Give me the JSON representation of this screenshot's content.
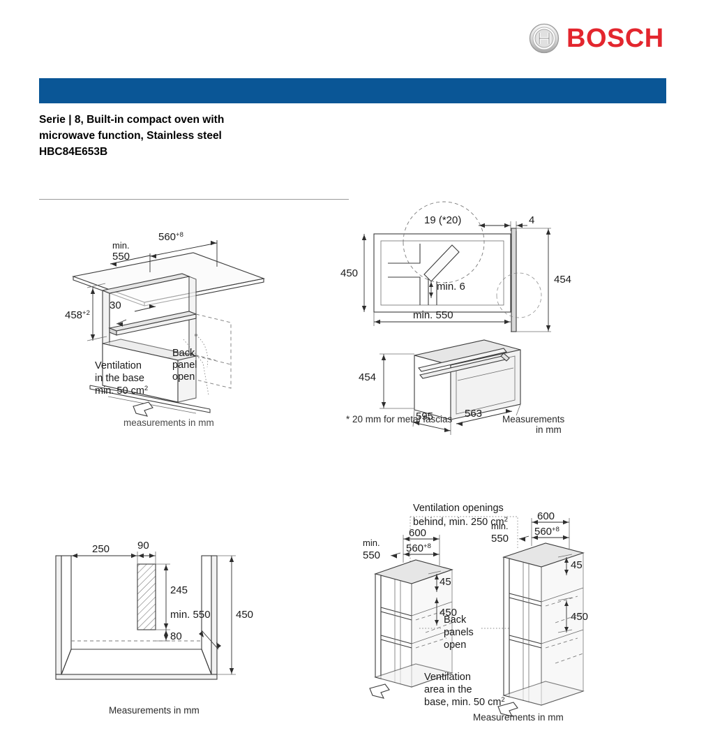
{
  "brand": {
    "name": "BOSCH",
    "logo_icon": "bosch-circle-anchor-icon",
    "color": "#e3262e"
  },
  "header": {
    "bar_color": "#0a5696",
    "title_line1": "Serie | 8, Built-in compact oven with",
    "title_line2": "microwave function, Stainless steel",
    "model": "HBC84E653B"
  },
  "figures": {
    "niche_iso": {
      "name": "installation niche isometric",
      "dimensions": {
        "width_top": "560",
        "width_top_sup": "+8",
        "depth_min_label": "min.",
        "depth_min_value": "550",
        "height": "458",
        "height_sup": "+2",
        "gap": "30"
      },
      "notes": {
        "ventilation_l1": "Ventilation",
        "ventilation_l2": "in the base",
        "ventilation_l3": "min. 50 cm",
        "ventilation_sup": "2",
        "back_panel_l1": "Back",
        "back_panel_l2": "panel",
        "back_panel_l3": "open"
      },
      "caption": "measurements in mm"
    },
    "door_plan": {
      "name": "door swing plan view and appliance isometric",
      "dimensions": {
        "fascia": "19 (*20)",
        "door_thickness": "4",
        "niche_height": "450",
        "appliance_height_plan": "454",
        "hinge_clearance": "min. 6",
        "niche_depth": "min. 550",
        "appliance_height": "454",
        "appliance_width": "595",
        "appliance_depth": "563"
      },
      "footnote": "* 20 mm for metal fascias",
      "caption_l1": "Measurements",
      "caption_l2": "in mm"
    },
    "cabinet_front": {
      "name": "cabinet front view with socket position",
      "dimensions": {
        "left_offset": "250",
        "socket_width": "90",
        "socket_height": "245",
        "depth_min": "min. 550",
        "base_clearance": "80",
        "cabinet_height": "450"
      },
      "caption": "Measurements in mm"
    },
    "tall_units": {
      "name": "tall housing unit variants isometric",
      "ventilation_note_l1": "Ventilation openings",
      "ventilation_note_l2": "behind, min. 250 cm",
      "ventilation_note_sup": "2",
      "left_unit": {
        "depth_min_label": "min.",
        "depth_min_value": "550",
        "outer_width": "600",
        "inner_width": "560",
        "inner_width_sup": "+8",
        "top_gap": "45",
        "opening_height": "450"
      },
      "right_unit": {
        "depth_min_label": "min.",
        "depth_min_value": "550",
        "outer_width": "600",
        "inner_width": "560",
        "inner_width_sup": "+8",
        "top_gap": "45",
        "opening_height": "450"
      },
      "back_panels_l1": "Back",
      "back_panels_l2": "panels",
      "back_panels_l3": "open",
      "base_vent_l1": "Ventilation",
      "base_vent_l2": "area in the",
      "base_vent_l3": "base, min. 50 cm",
      "base_vent_sup": "2",
      "caption": "Measurements in mm"
    }
  }
}
